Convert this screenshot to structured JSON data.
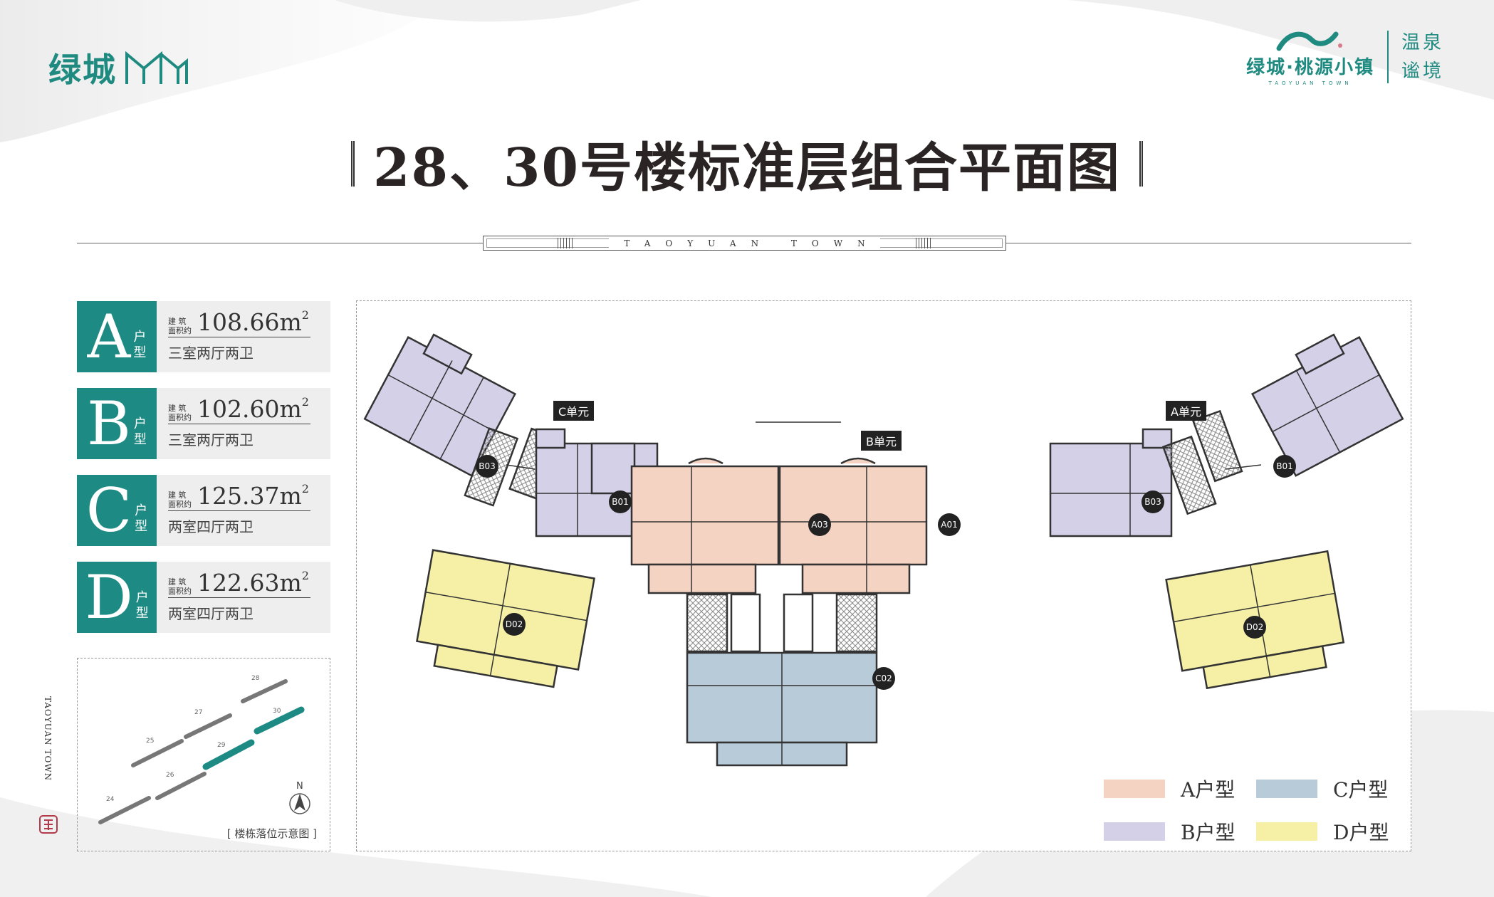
{
  "brand_left": {
    "name": "绿城"
  },
  "brand_right": {
    "name": "绿城·桃源小镇",
    "sub": "TAOYUAN TOWN",
    "slogan_1": "温泉",
    "slogan_2": "谧境"
  },
  "title": "28、30号楼标准层组合平面图",
  "rule_label": "TAOYUAN TOWN",
  "units": [
    {
      "letter": "A",
      "hu": "户",
      "xing": "型",
      "m1": "建 筑",
      "m2": "面积约",
      "area": "108.66m",
      "sup": "2",
      "layout": "三室两厅两卫"
    },
    {
      "letter": "B",
      "hu": "户",
      "xing": "型",
      "m1": "建 筑",
      "m2": "面积约",
      "area": "102.60m",
      "sup": "2",
      "layout": "三室两厅两卫"
    },
    {
      "letter": "C",
      "hu": "户",
      "xing": "型",
      "m1": "建 筑",
      "m2": "面积约",
      "area": "125.37m",
      "sup": "2",
      "layout": "两室四厅两卫"
    },
    {
      "letter": "D",
      "hu": "户",
      "xing": "型",
      "m1": "建 筑",
      "m2": "面积约",
      "area": "122.63m",
      "sup": "2",
      "layout": "两室四厅两卫"
    }
  ],
  "site_map": {
    "caption": "[ 楼栋落位示意图 ]",
    "north": "N",
    "side_text": "TAOYUAN TOWN",
    "buildings": [
      "24",
      "25",
      "26",
      "27",
      "28",
      "29",
      "30"
    ]
  },
  "plan": {
    "unit_labels": {
      "c": "C单元",
      "b": "B单元",
      "a": "A单元"
    },
    "badges": {
      "b03_left": "B03",
      "b01_left": "B01",
      "a03": "A03",
      "a01": "A01",
      "b03_right": "B03",
      "b01_right": "B01",
      "d02_left": "D02",
      "c02": "C02",
      "d02_right": "D02"
    }
  },
  "legend": [
    {
      "label": "A户型",
      "color": "#f5d3c3"
    },
    {
      "label": "C户型",
      "color": "#b8cbd9"
    },
    {
      "label": "B户型",
      "color": "#d3d0e8"
    },
    {
      "label": "D户型",
      "color": "#f5f0a6"
    }
  ],
  "colors": {
    "teal": "#1e8a84",
    "unit_a": "#f5d3c3",
    "unit_b": "#d3d0e8",
    "unit_c": "#b8cbd9",
    "unit_d": "#f5f0a6"
  }
}
